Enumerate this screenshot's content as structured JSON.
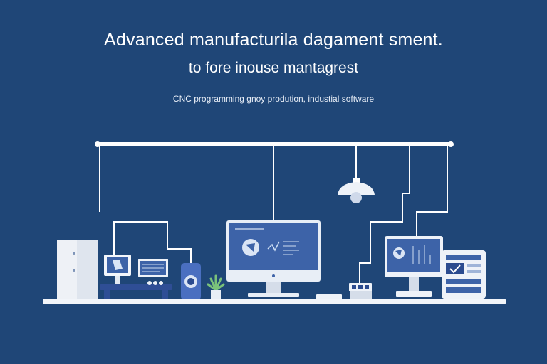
{
  "header": {
    "title_line1": "Advanced manufacturila dagament sment.",
    "title_line2": "to fore inouse mantagrest",
    "subtitle": "CNC programming gnoy prodution, industial software"
  },
  "colors": {
    "background": "#1f4677",
    "line": "#ffffff",
    "screen": "#3d63a8",
    "device_body": "#e9edf4",
    "accent": "#2b4b8f"
  },
  "icons": [
    "ceiling-rail",
    "pendant-lamp",
    "server-cabinet",
    "small-monitor",
    "router-box",
    "speaker-device",
    "desktop-monitor",
    "potted-plant",
    "network-switch",
    "workstation-monitor",
    "tablet-panel",
    "desk-shelf"
  ]
}
